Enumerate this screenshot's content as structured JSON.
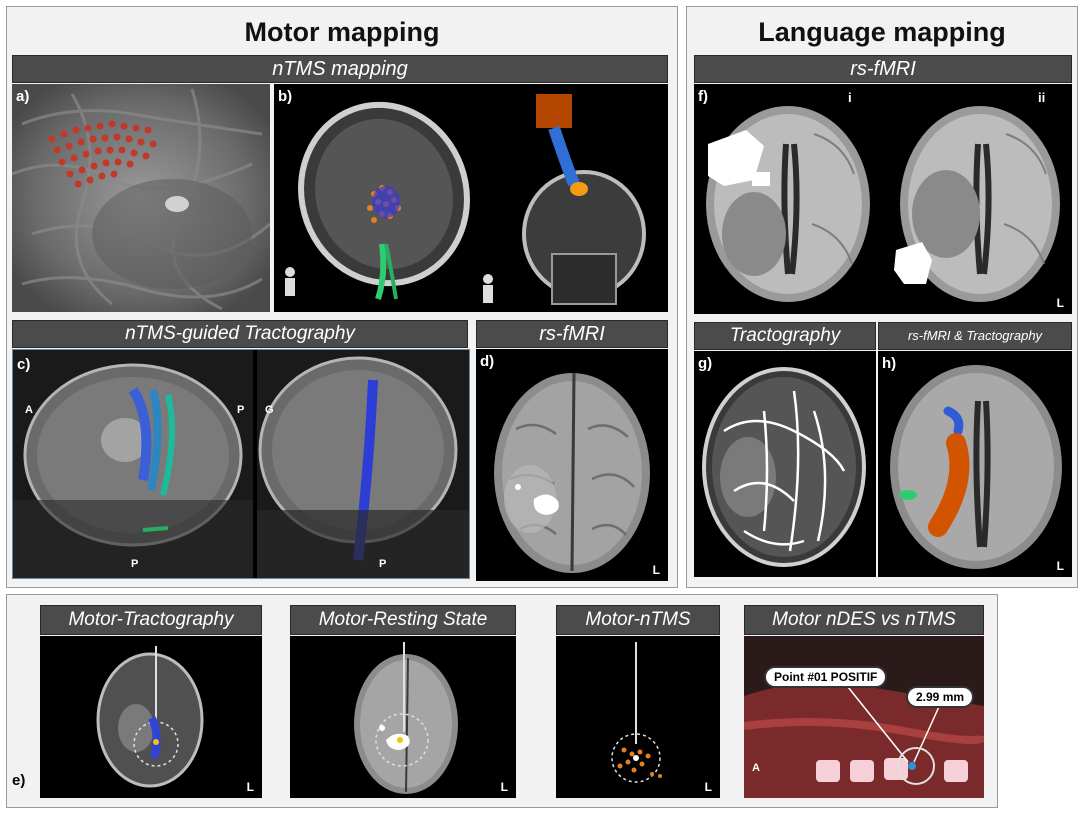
{
  "sections": {
    "motor": {
      "title": "Motor mapping"
    },
    "language": {
      "title": "Language mapping"
    }
  },
  "panels": {
    "nTMS": {
      "header": "nTMS mapping",
      "label_a": "a)",
      "label_b": "b)"
    },
    "tract": {
      "header": "nTMS-guided Tractography",
      "label": "c)",
      "axis_a": "A",
      "axis_p": "P",
      "axis_g": "G",
      "bottom_p1": "P",
      "bottom_p2": "P"
    },
    "rsfmri_motor": {
      "header": "rs-fMRI",
      "label": "d)",
      "corner": "L"
    },
    "rsfmri_lang": {
      "header": "rs-fMRI",
      "label": "f)",
      "sub_i": "i",
      "sub_ii": "ii",
      "corner": "L"
    },
    "tractography_lang": {
      "header": "Tractography",
      "label": "g)"
    },
    "combined": {
      "header": "rs-fMRI & Tractography",
      "label": "h)",
      "corner": "L"
    }
  },
  "bottom": {
    "label": "e)",
    "items": [
      {
        "header": "Motor-Tractography",
        "corner": "L"
      },
      {
        "header": "Motor-Resting State",
        "corner": "L"
      },
      {
        "header": "Motor-nTMS",
        "corner": "L"
      },
      {
        "header": "Motor nDES vs nTMS",
        "callout_point": "Point #01 POSITIF",
        "callout_dist": "2.99 mm",
        "axis_a": "A"
      }
    ]
  }
}
